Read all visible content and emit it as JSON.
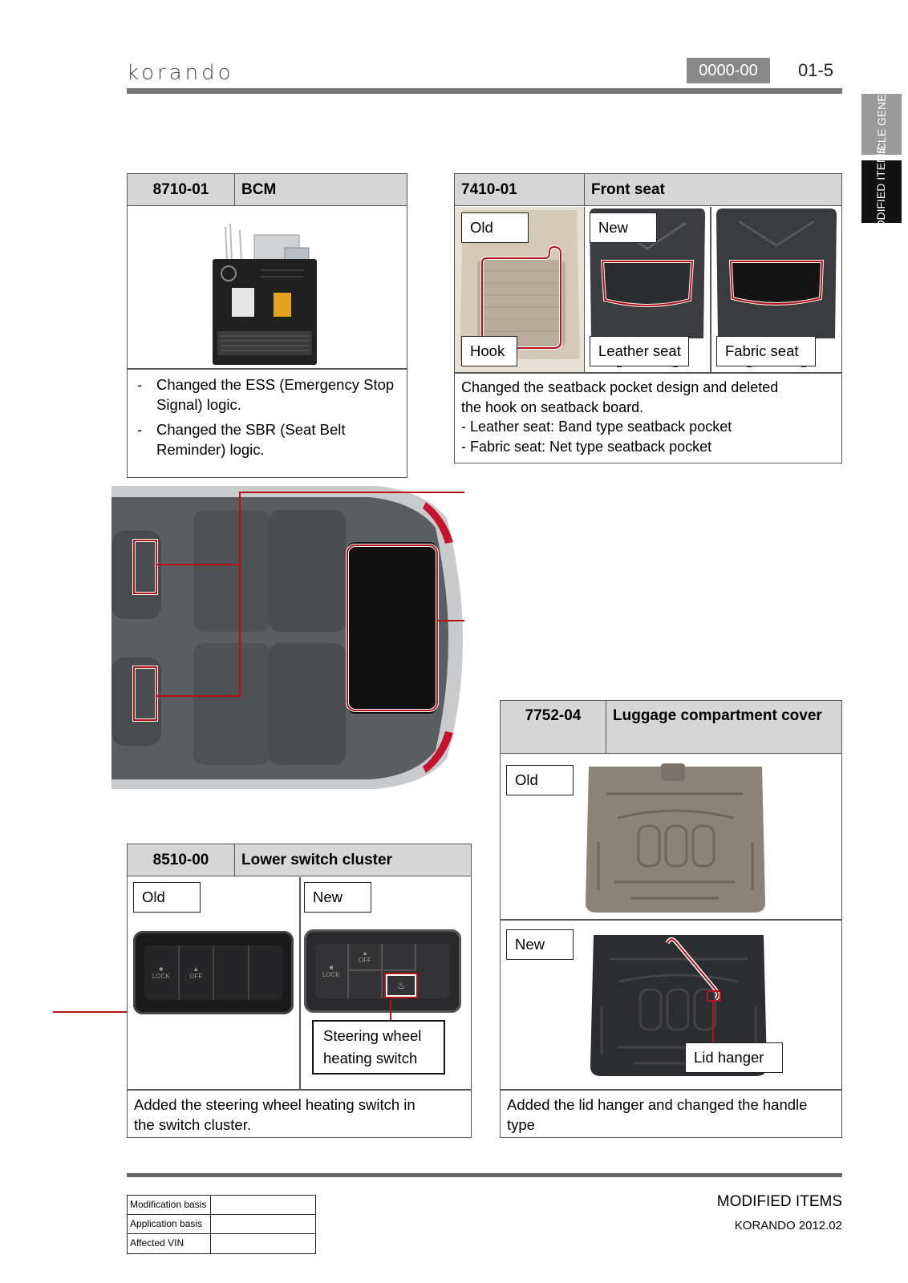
{
  "header": {
    "logo_text": "korando",
    "code": "0000-00",
    "page": "01-5"
  },
  "side_tabs": {
    "vehicle_general": "VEHICLE GENERAL",
    "modified_items": "MODIFIED ITEMS"
  },
  "bcm": {
    "code": "8710-01",
    "title": "BCM",
    "bullets": [
      "Changed the ESS (Emergency Stop Signal) logic.",
      "Changed the SBR (Seat Belt Reminder) logic."
    ]
  },
  "front_seat": {
    "code": "7410-01",
    "title": "Front seat",
    "labels": {
      "old": "Old",
      "new": "New",
      "hook": "Hook",
      "leather": "Leather seat",
      "fabric": "Fabric seat"
    },
    "desc": [
      "Changed the seatback pocket design and deleted",
      "the hook on seatback board.",
      "- Leather seat: Band type seatback pocket",
      "- Fabric seat: Net type seatback pocket"
    ]
  },
  "luggage": {
    "code": "7752-04",
    "title": "Luggage compartment cover",
    "labels": {
      "old": "Old",
      "new": "New",
      "lid_hanger": "Lid hanger"
    },
    "desc": [
      "Added the lid hanger and changed the handle",
      "type"
    ]
  },
  "switch": {
    "code": "8510-00",
    "title": "Lower switch cluster",
    "labels": {
      "old": "Old",
      "new": "New",
      "steering_1": "Steering wheel",
      "steering_2": "heating switch",
      "lock": "LOCK",
      "off": "OFF"
    },
    "desc": [
      "Added the steering wheel heating switch in",
      "the switch cluster."
    ]
  },
  "footer": {
    "rows": [
      "Modification basis",
      "Application basis",
      "Affected VIN"
    ],
    "title": "MODIFIED ITEMS",
    "subtitle": "KORANDO 2012.02"
  },
  "colors": {
    "accent_red": "#b5121b",
    "header_gray": "#d6d6d6"
  }
}
